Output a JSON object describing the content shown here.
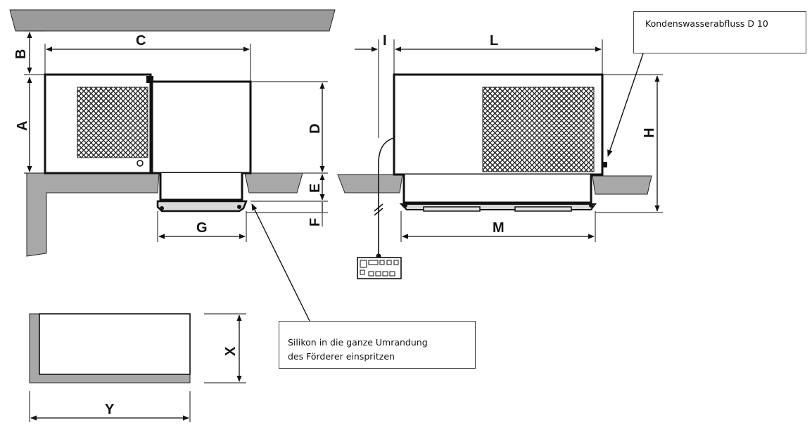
{
  "callouts": {
    "drain": "Kondenswasserabfluss D 10",
    "silicone_line1": "Silikon in die ganze Umrandung",
    "silicone_line2": "des Förderer einspritzen"
  },
  "dimensions": {
    "A": "A",
    "B": "B",
    "C": "C",
    "D": "D",
    "E": "E",
    "F": "F",
    "G": "G",
    "H": "H",
    "I": "I",
    "L": "L",
    "M": "M",
    "X": "X",
    "Y": "Y"
  },
  "colors": {
    "ceiling": "#9b9b9b",
    "floor": "#a8a8a8",
    "outline": "#111111"
  }
}
